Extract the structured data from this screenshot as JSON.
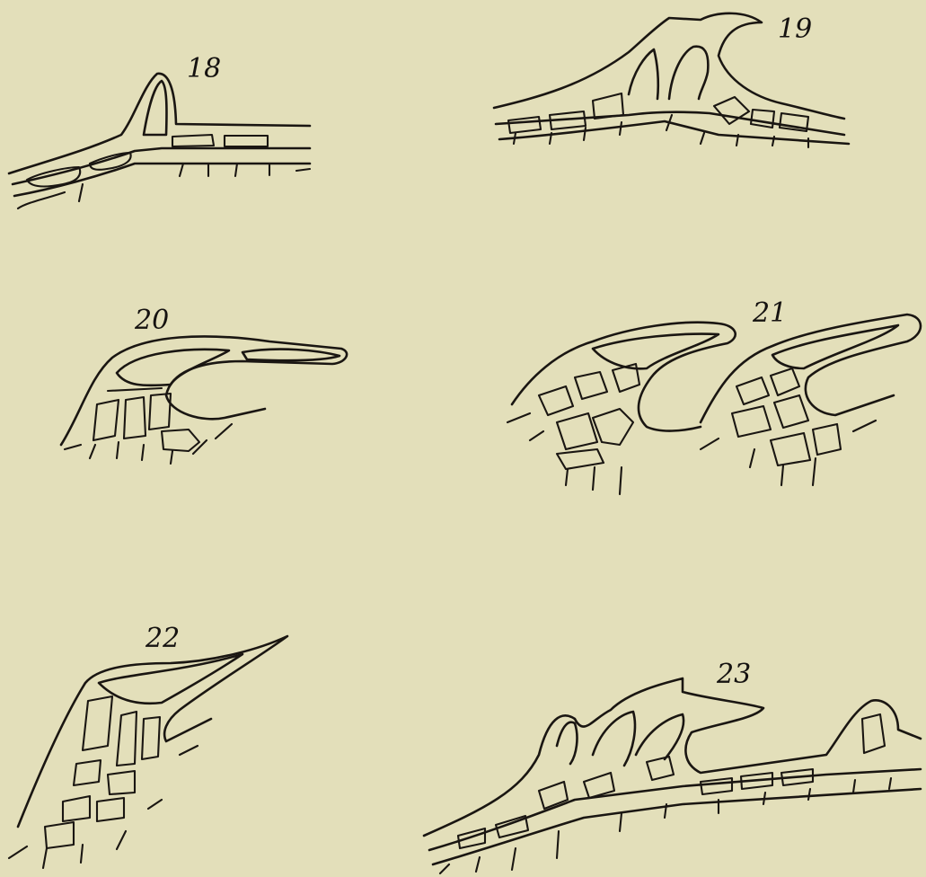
{
  "plate": {
    "background": "#e3dfba",
    "ink": "#1a1612"
  },
  "figures": [
    {
      "label": "18"
    },
    {
      "label": "19"
    },
    {
      "label": "20"
    },
    {
      "label": "21"
    },
    {
      "label": "22"
    },
    {
      "label": "23"
    }
  ]
}
